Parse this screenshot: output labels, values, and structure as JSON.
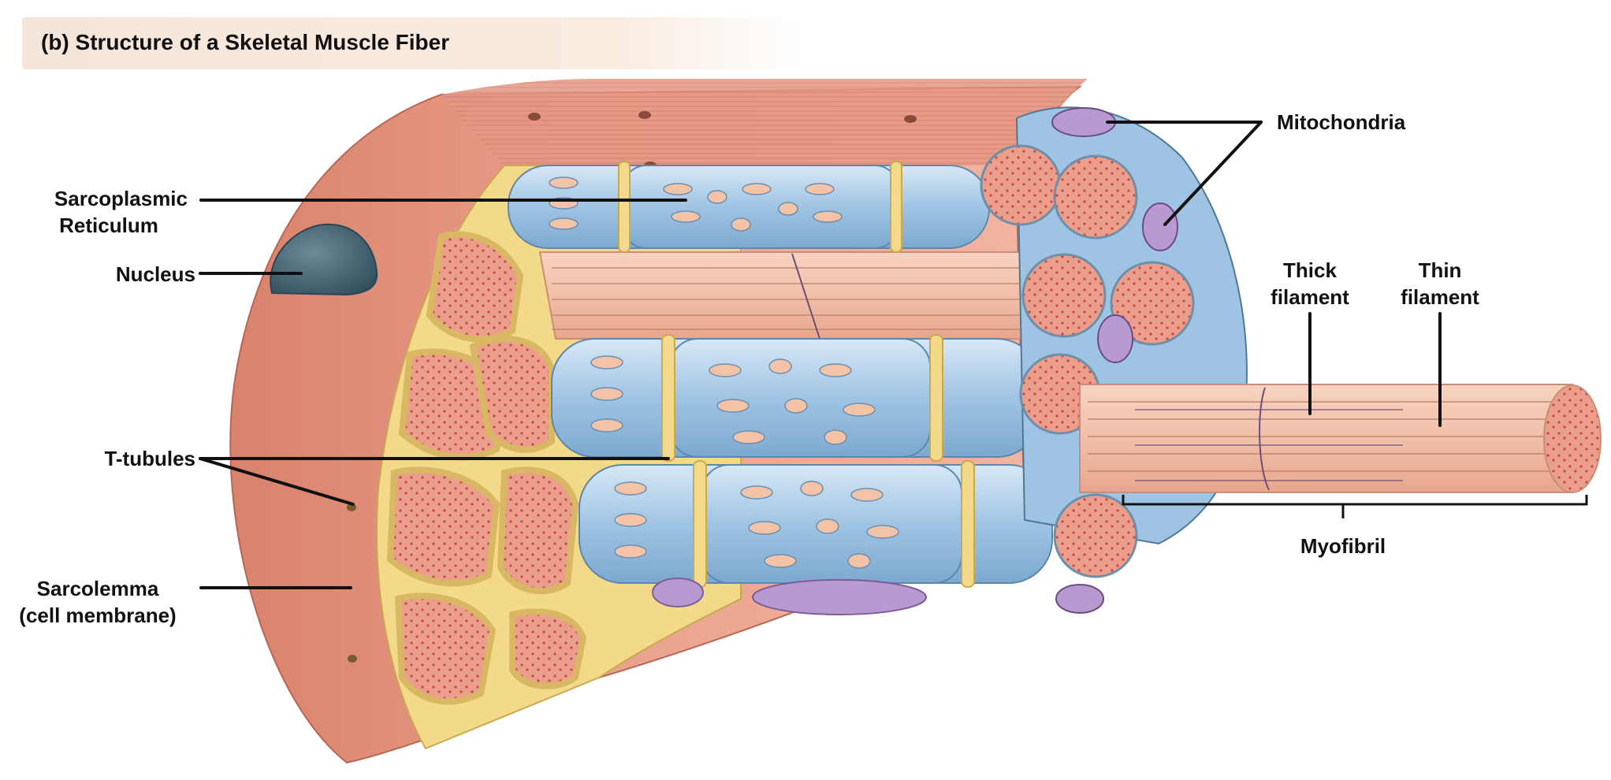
{
  "title": "(b) Structure of a Skeletal Muscle Fiber",
  "labels": {
    "sarcoplasmic_line1": "Sarcoplasmic",
    "sarcoplasmic_line2": "Reticulum",
    "nucleus": "Nucleus",
    "t_tubules": "T-tubules",
    "sarcolemma_line1": "Sarcolemma",
    "sarcolemma_line2": "(cell membrane)",
    "mitochondria": "Mitochondria",
    "thick_line1": "Thick",
    "thick_line2": "filament",
    "thin_line1": "Thin",
    "thin_line2": "filament",
    "myofibril": "Myofibril"
  },
  "colors": {
    "sarcolemma": "#e79a85",
    "sarcolemma_dark": "#c9705c",
    "sarcoplasmic_reticulum": "#a9cbe6",
    "t_tubule": "#f3d98a",
    "myofibril_end": "#e88f80",
    "mitochondria": "#b99ad0",
    "nucleus": "#4d6a7a",
    "leader_line": "#111111"
  }
}
